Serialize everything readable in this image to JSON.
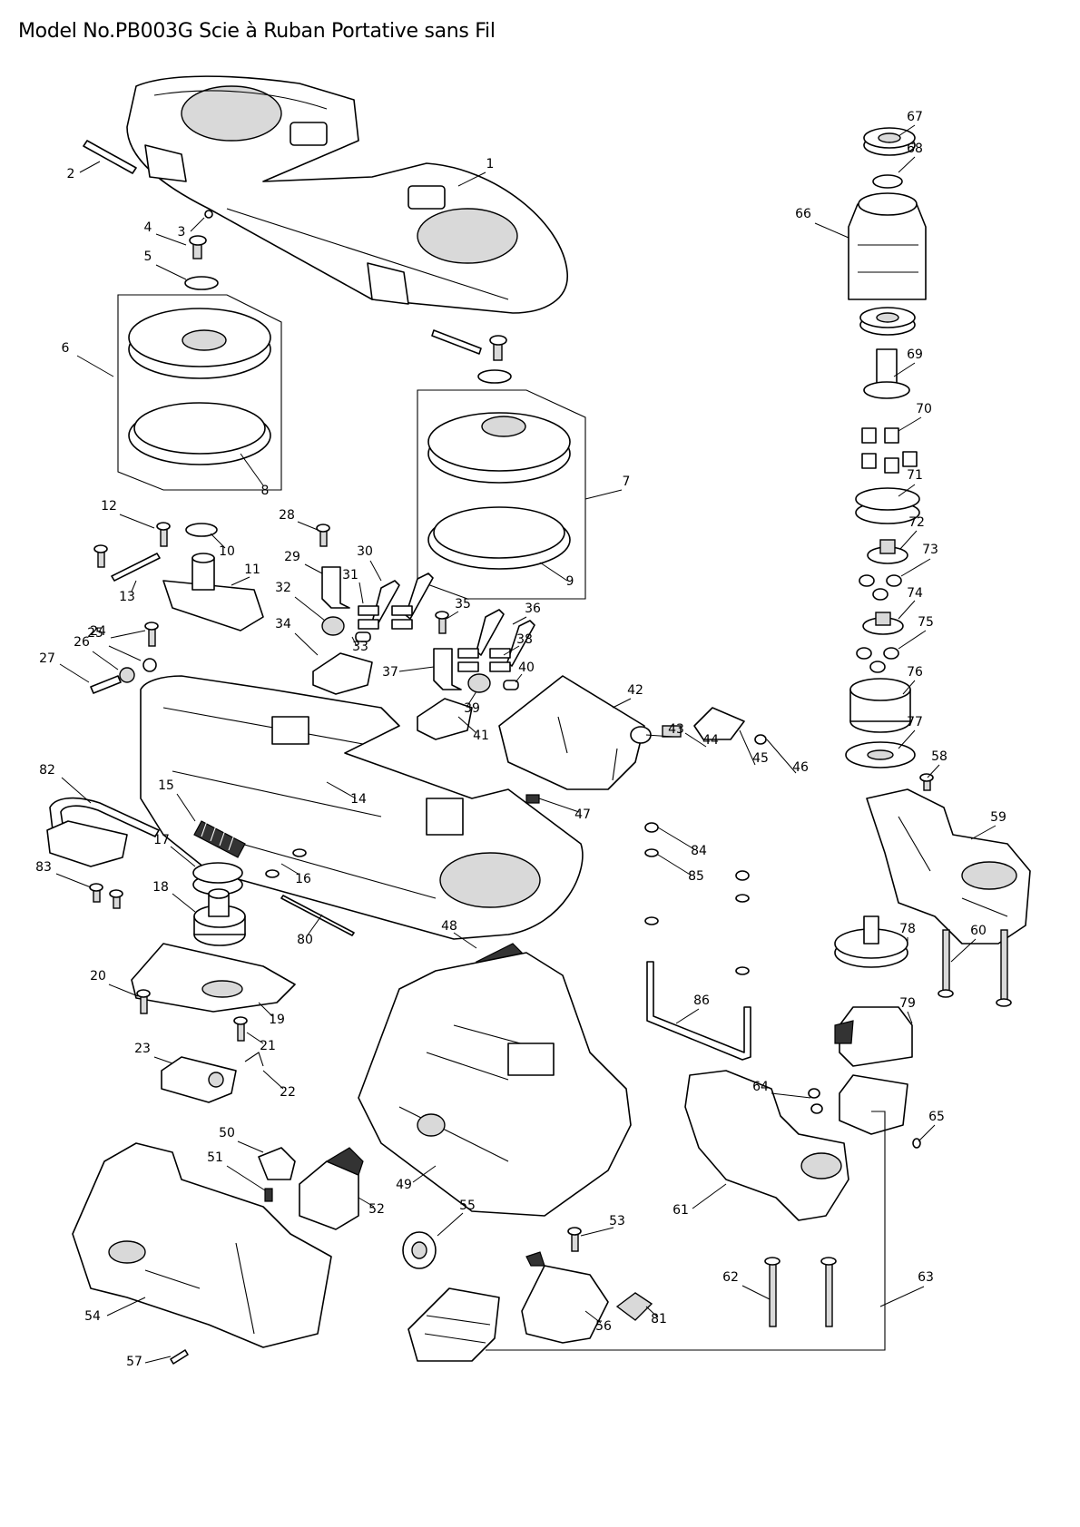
{
  "title": "Model No.PB003G Scie à Ruban Portative sans Fil",
  "callouts": [
    "1",
    "2",
    "3",
    "4",
    "5",
    "6",
    "7",
    "8",
    "9",
    "10",
    "11",
    "12",
    "13",
    "14",
    "15",
    "16",
    "17",
    "18",
    "19",
    "20",
    "21",
    "22",
    "23",
    "24",
    "25",
    "26",
    "27",
    "28",
    "29",
    "30",
    "31",
    "32",
    "33",
    "34",
    "35",
    "36",
    "37",
    "38",
    "39",
    "40",
    "41",
    "42",
    "43",
    "44",
    "45",
    "46",
    "47",
    "48",
    "49",
    "50",
    "51",
    "52",
    "53",
    "54",
    "55",
    "56",
    "57",
    "58",
    "59",
    "60",
    "61",
    "62",
    "63",
    "64",
    "65",
    "66",
    "67",
    "68",
    "69",
    "70",
    "71",
    "72",
    "73",
    "74",
    "75",
    "76",
    "77",
    "78",
    "79",
    "80",
    "81",
    "82",
    "83",
    "84",
    "85",
    "86"
  ]
}
